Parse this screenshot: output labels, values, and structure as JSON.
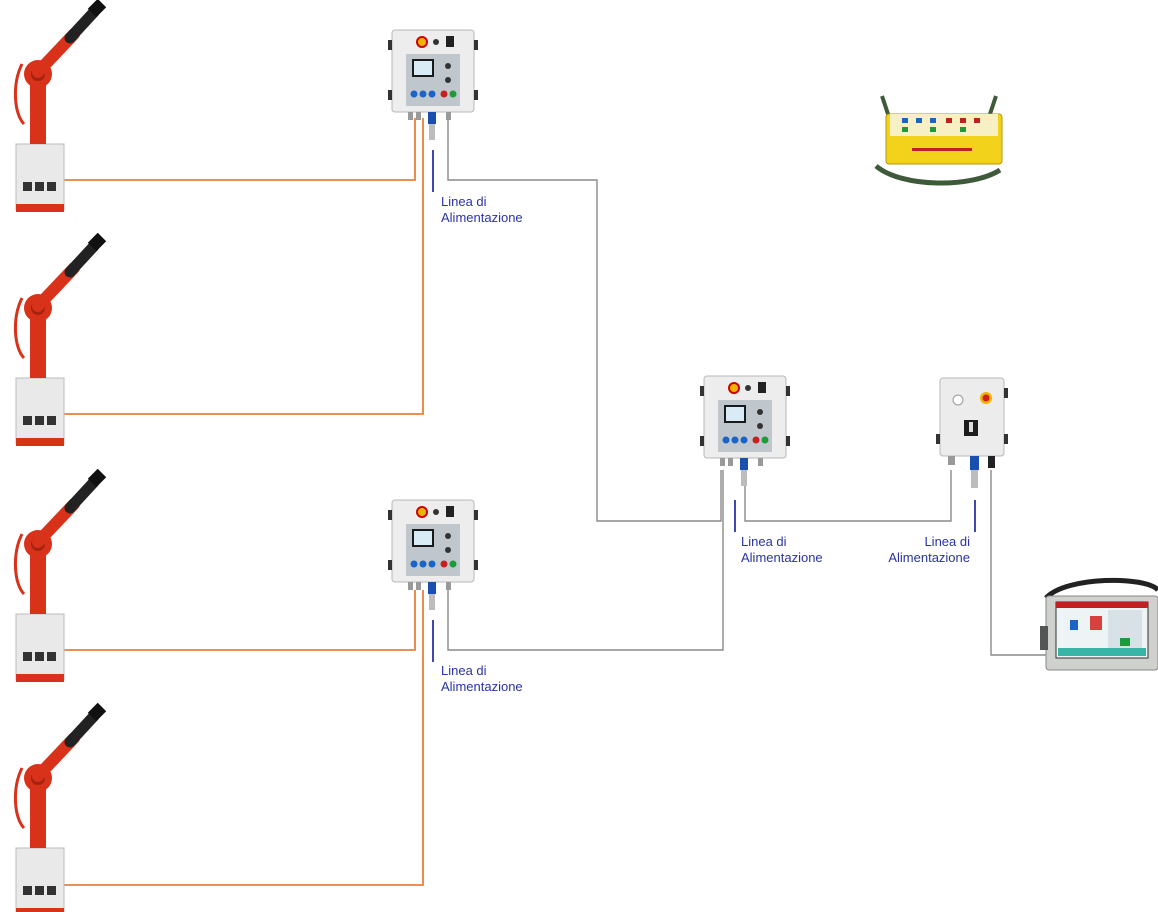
{
  "labels": {
    "power_line_1": {
      "line1": "Linea di",
      "line2": "Alimentazione"
    },
    "power_line_2": {
      "line1": "Linea di",
      "line2": "Alimentazione"
    },
    "power_line_3": {
      "line1": "Linea di",
      "line2": "Alimentazione"
    },
    "power_line_4": {
      "line1": "Linea di",
      "line2": "Alimentazione"
    }
  },
  "colors": {
    "monitor_cable": "#e8803a",
    "network_cable": "#8a8a8a",
    "power_cable": "#2b33a6",
    "label_text": "#2b33a6",
    "monitor_body": "#d8321a"
  },
  "icons": [
    "fire-monitor-icon",
    "control-panel-icon",
    "remote-control-icon",
    "power-switch-box-icon",
    "touch-panel-icon"
  ]
}
